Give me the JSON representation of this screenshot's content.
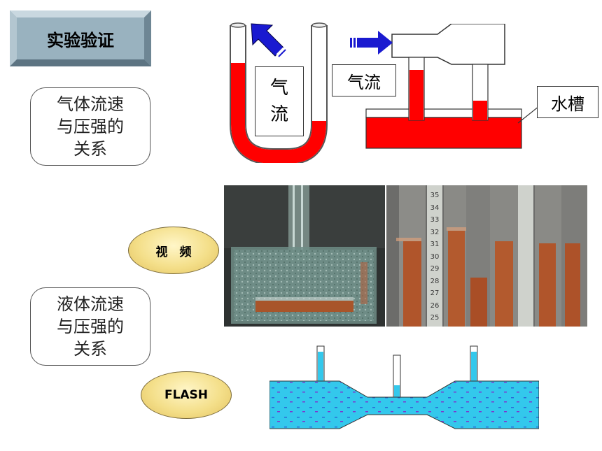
{
  "title": "实验验证",
  "topics": {
    "gas": [
      "气体流速",
      "与压强的",
      "关系"
    ],
    "liquid": [
      "液体流速",
      "与压强的",
      "关系"
    ]
  },
  "buttons": {
    "video": "视　频",
    "flash": "FLASH"
  },
  "diagram_labels": {
    "utube_airflow": [
      "气",
      "流"
    ],
    "tube_airflow": "气流",
    "water_tank": "水槽"
  },
  "ruler_ticks": [
    "35",
    "34",
    "33",
    "32",
    "31",
    "30",
    "29",
    "28",
    "27",
    "26",
    "25"
  ],
  "colors": {
    "liquid_red": "#ff0000",
    "arrow_blue": "#1a1ad0",
    "water_cyan": "#33c8ec",
    "button_gold": "#f4df8a"
  }
}
